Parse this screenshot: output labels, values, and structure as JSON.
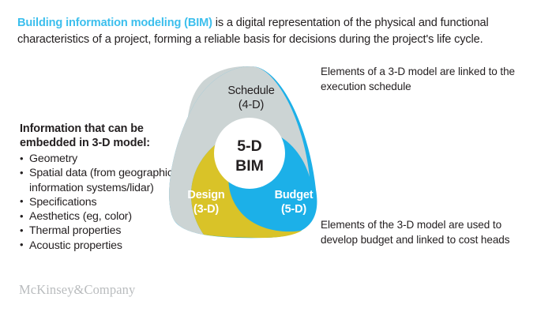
{
  "headline": {
    "lead": "Building information modeling (BIM)",
    "rest": " is a digital representation of the physical and functional characteristics of a project, forming a reliable basis for decisions during the project's life cycle."
  },
  "info_block": {
    "title_line1": "Information that can be",
    "title_line2": "embedded in 3-D model:",
    "items": [
      "Geometry",
      "Spatial data (from geographic information systems/lidar)",
      "Specifications",
      "Aesthetics (eg, color)",
      "Thermal properties",
      "Acoustic properties"
    ],
    "bullet_glyph": "•"
  },
  "annotations": {
    "top": "Elements of a 3-D model are linked to the execution schedule",
    "bottom": "Elements of the 3-D model are used to develop budget and linked to cost heads"
  },
  "diagram": {
    "core": {
      "line1": "5-D",
      "line2": "BIM"
    },
    "petals": [
      {
        "key": "schedule",
        "label": "Schedule",
        "sublabel": "(4-D)",
        "color": "#ccd4d4"
      },
      {
        "key": "design",
        "label": "Design",
        "sublabel": "(3-D)",
        "color": "#d9c328"
      },
      {
        "key": "budget",
        "label": "Budget",
        "sublabel": "(5-D)",
        "color": "#1cb0e8"
      }
    ]
  },
  "footer": {
    "logo": "McKinsey&Company"
  },
  "colors": {
    "accent_blue": "#3cbfed",
    "petal_gray": "#ccd4d4",
    "petal_yellow": "#d9c328",
    "petal_blue": "#1cb0e8",
    "text": "#231f20",
    "logo_gray": "#b9bcbe",
    "background": "#ffffff"
  }
}
